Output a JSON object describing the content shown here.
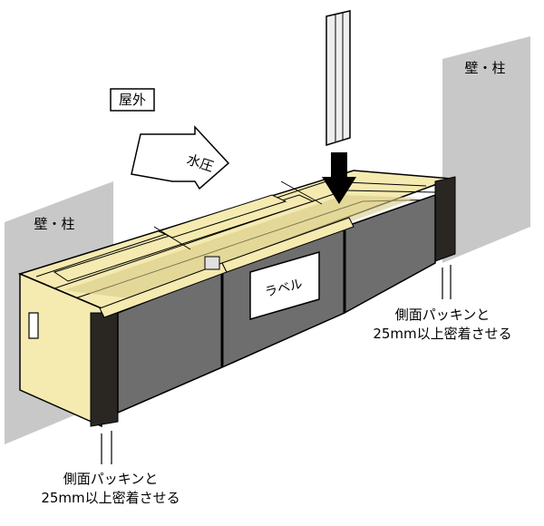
{
  "labels": {
    "outdoor": "屋外",
    "water_pressure": "水圧",
    "wall_pillar_left": "壁・柱",
    "wall_pillar_right": "壁・柱",
    "label_panel": "ラベル",
    "note_right_line1": "側面パッキンと",
    "note_right_line2": "25mm以上密着させる",
    "note_left_line1": "側面パッキンと",
    "note_left_line2": "25mm以上密着させる"
  },
  "colors": {
    "wall": "#c8c8c8",
    "panel_dark": "#6e6e6e",
    "frame_yellow": "#f5eab0",
    "frame_shade": "#d8cc8a",
    "edge": "#000000",
    "arrow_fill": "#ffffff"
  }
}
